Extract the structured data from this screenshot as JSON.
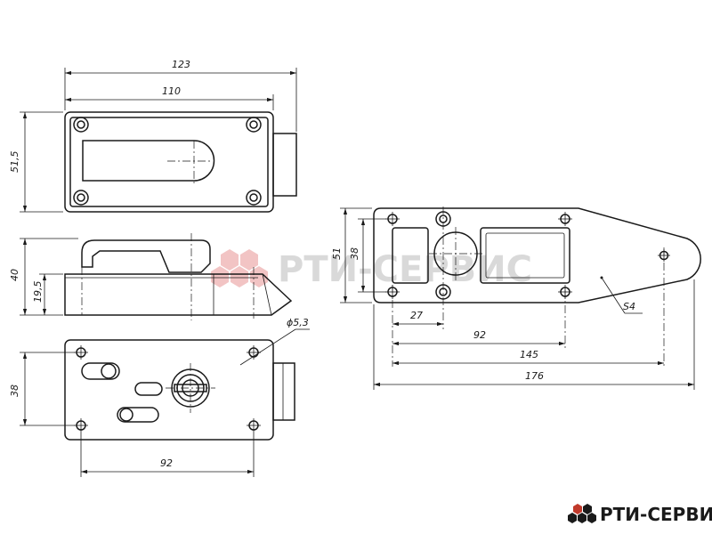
{
  "dimensions": {
    "width_123": "123",
    "width_110": "110",
    "height_51_5": "51,5",
    "height_40": "40",
    "height_19_5": "19,5",
    "hole_dia": "ϕ5,3",
    "spacing_38_left": "38",
    "spacing_92_left": "92",
    "plate_51": "51",
    "plate_38": "38",
    "plate_27": "27",
    "plate_92": "92",
    "plate_145": "145",
    "plate_176": "176",
    "thickness": "S4"
  },
  "watermark": {
    "text": "РТИ-СЕРВИС",
    "color": "#d9d9d9",
    "accent": "#f2c4c4"
  },
  "logo": {
    "text": "РТИ-СЕРВИС",
    "color": "#1a1a1a",
    "accent": "#c0392b"
  }
}
